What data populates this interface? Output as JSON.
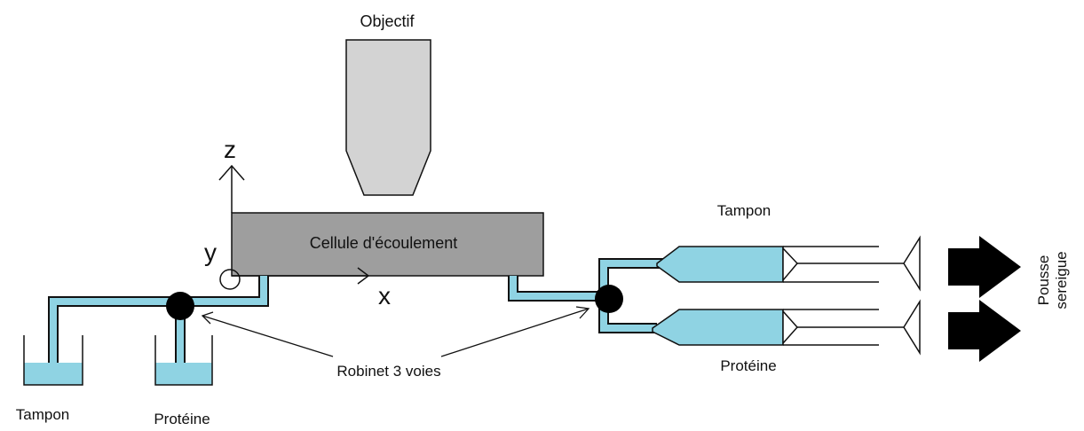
{
  "labels": {
    "objective": "Objectif",
    "flow_cell": "Cellule d'écoulement",
    "valve": "Robinet 3 voies",
    "syringe_top": "Tampon",
    "syringe_bottom": "Protéine",
    "beaker_left": "Tampon",
    "beaker_right": "Protéine",
    "push_line1": "Pousse",
    "push_line2": "sereigue"
  },
  "axes": {
    "z": "z",
    "y": "y",
    "x": "x"
  },
  "colors": {
    "liquid": "#8fd3e3",
    "flow_cell": "#9e9e9e",
    "objective": "#d3d3d3",
    "outline": "#111111"
  }
}
